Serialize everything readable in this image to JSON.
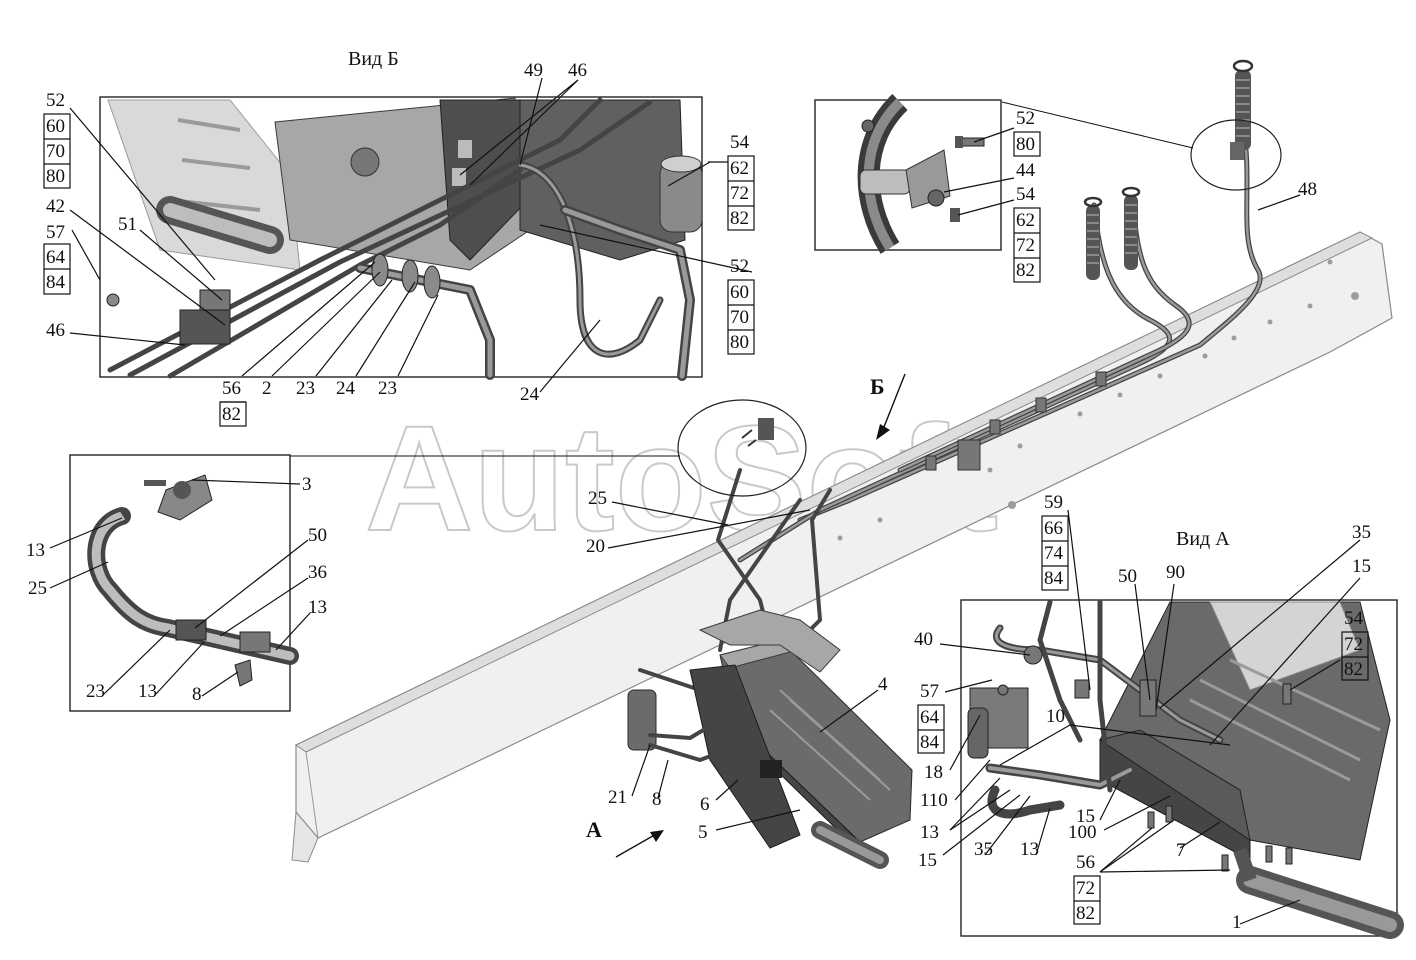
{
  "views": {
    "view_b_title": "Вид Б",
    "view_a_title": "Вид А",
    "arrow_b": "Б",
    "arrow_a": "А"
  },
  "watermark": "AutoSoft",
  "callouts": {
    "vb_left_stack": [
      "52",
      "60",
      "70",
      "80"
    ],
    "vb_42": "42",
    "vb_left_stack2": [
      "57",
      "64",
      "84"
    ],
    "vb_46_left": "46",
    "vb_51": "51",
    "vb_49": "49",
    "vb_46_top": "46",
    "vb_right_stack1": [
      "54",
      "62",
      "72",
      "82"
    ],
    "vb_right_stack2": [
      "52",
      "60",
      "70",
      "80"
    ],
    "vb_bottom_56": "56",
    "vb_bottom_82": "82",
    "vb_bottom_2": "2",
    "vb_bottom_23a": "23",
    "vb_bottom_24a": "24",
    "vb_bottom_23b": "23",
    "vb_bottom_24b": "24",
    "dt_stack1": [
      "52",
      "80"
    ],
    "dt_44": "44",
    "dt_stack2": [
      "54",
      "62",
      "72",
      "82"
    ],
    "main_48": "48",
    "main_25": "25",
    "main_20": "20",
    "main_4": "4",
    "main_21": "21",
    "main_8": "8",
    "main_6": "6",
    "main_5": "5",
    "main_stack": [
      "59",
      "66",
      "74",
      "84"
    ],
    "cl_3": "3",
    "cl_13a": "13",
    "cl_25": "25",
    "cl_50": "50",
    "cl_36": "36",
    "cl_13b": "13",
    "cl_23": "23",
    "cl_13c": "13",
    "cl_8": "8",
    "va_35a": "35",
    "va_15a": "15",
    "va_50": "50",
    "va_90": "90",
    "va_stack1": [
      "54",
      "72",
      "82"
    ],
    "va_40": "40",
    "va_stack2": [
      "57",
      "64",
      "84"
    ],
    "va_10": "10",
    "va_18": "18",
    "va_110": "110",
    "va_13a": "13",
    "va_15b": "15",
    "va_35b": "35",
    "va_13b": "13",
    "va_15c": "15",
    "va_100": "100",
    "va_7": "7",
    "va_stack3": [
      "56",
      "72",
      "82"
    ],
    "va_1": "1"
  }
}
